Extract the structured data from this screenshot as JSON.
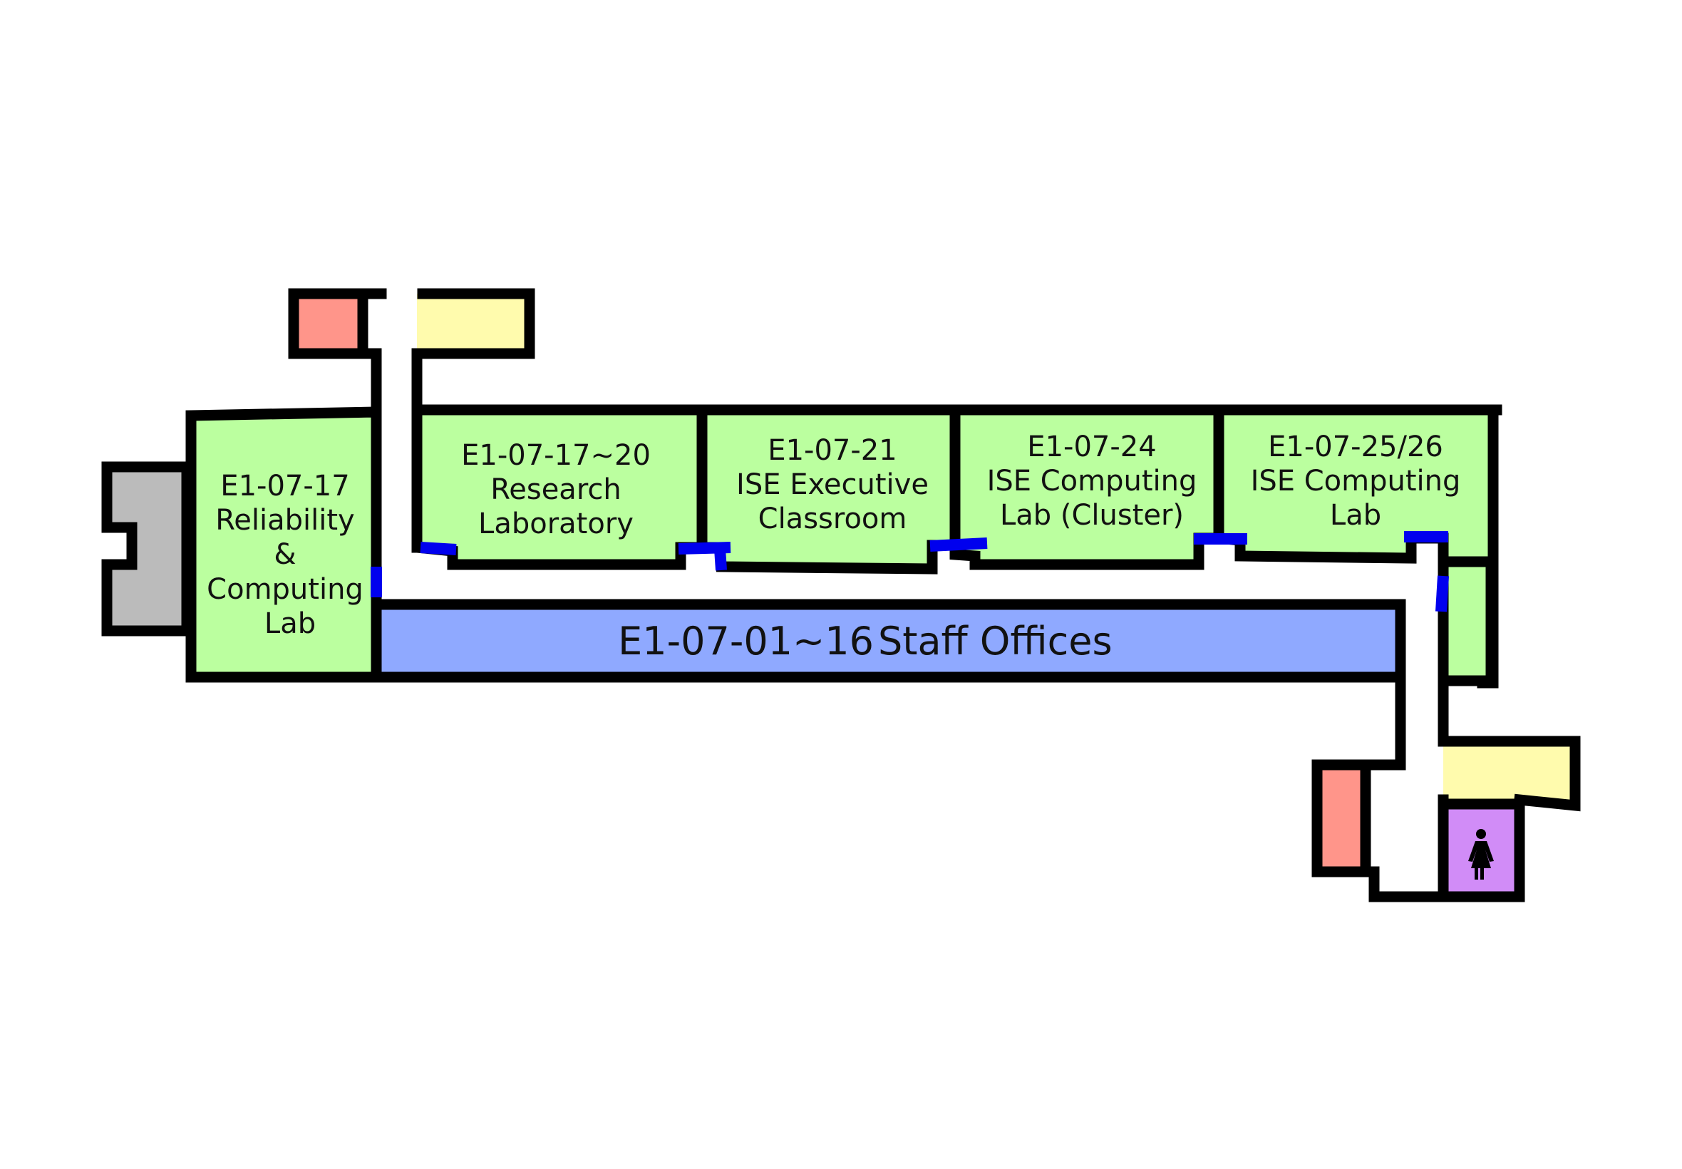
{
  "colors": {
    "lab": "#bbff9f",
    "office": "#8fa9ff",
    "stairs": "#ff958a",
    "lift": "#fffbad",
    "toilet": "#d18cf7",
    "service": "#bbbbbb",
    "door": "#0000ee"
  },
  "rooms": {
    "e1_07_17": {
      "code": "E1-07-17",
      "line1": "Reliability",
      "line2": "&",
      "line3": "Computing",
      "line4": "Lab"
    },
    "e1_07_17_20": {
      "code": "E1-07-17~20",
      "line1": "Research",
      "line2": "Laboratory"
    },
    "e1_07_21": {
      "code": "E1-07-21",
      "line1": "ISE Executive",
      "line2": "Classroom"
    },
    "e1_07_24": {
      "code": "E1-07-24",
      "line1": "ISE Computing",
      "line2": "Lab (Cluster)"
    },
    "e1_07_25_26": {
      "code": "E1-07-25/26",
      "line1": "ISE Computing",
      "line2": "Lab"
    },
    "staff_offices": {
      "code": "E1-07-01~16",
      "name": "Staff Offices"
    }
  },
  "icons": {
    "toilet": "female-toilet-icon"
  }
}
